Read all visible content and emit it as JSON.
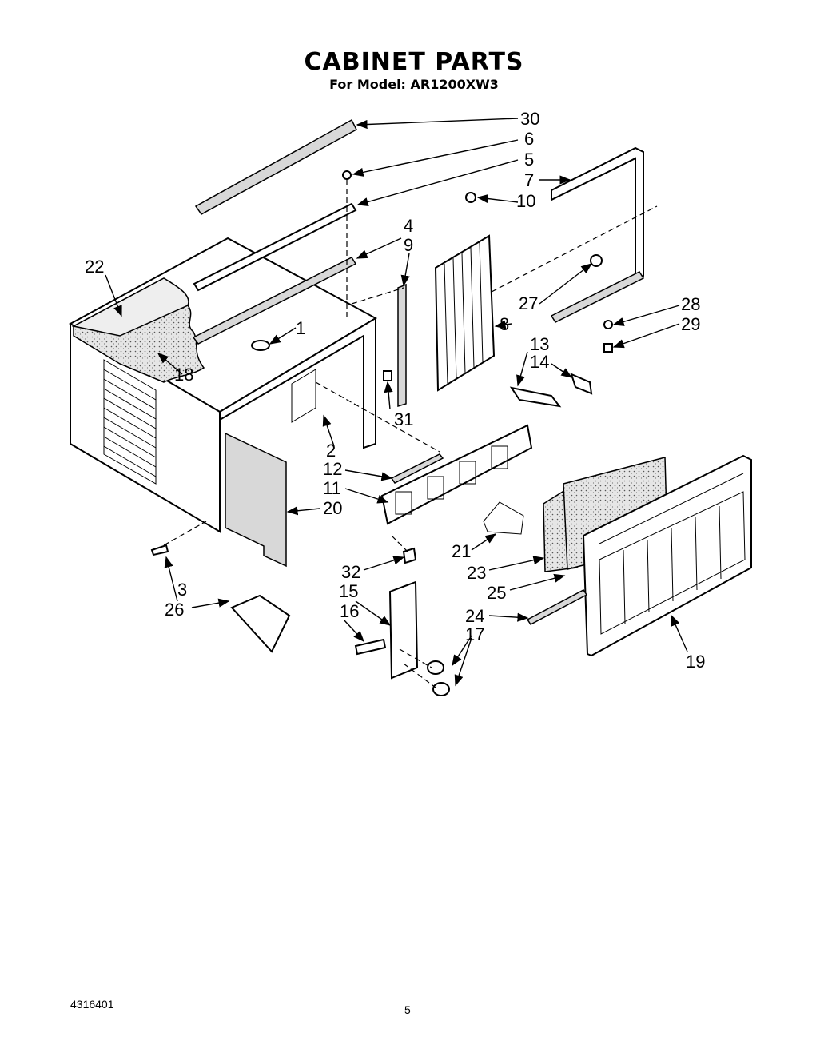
{
  "header": {
    "title": "CABINET PARTS",
    "subtitle": "For Model: AR1200XW3"
  },
  "footer": {
    "doc_number": "4316401",
    "page_number": "5"
  },
  "callouts": [
    "1",
    "2",
    "3",
    "4",
    "5",
    "6",
    "7",
    "8",
    "9",
    "10",
    "11",
    "12",
    "13",
    "14",
    "15",
    "16",
    "17",
    "18",
    "19",
    "20",
    "21",
    "22",
    "23",
    "24",
    "25",
    "26",
    "27",
    "28",
    "29",
    "30",
    "31",
    "32"
  ]
}
